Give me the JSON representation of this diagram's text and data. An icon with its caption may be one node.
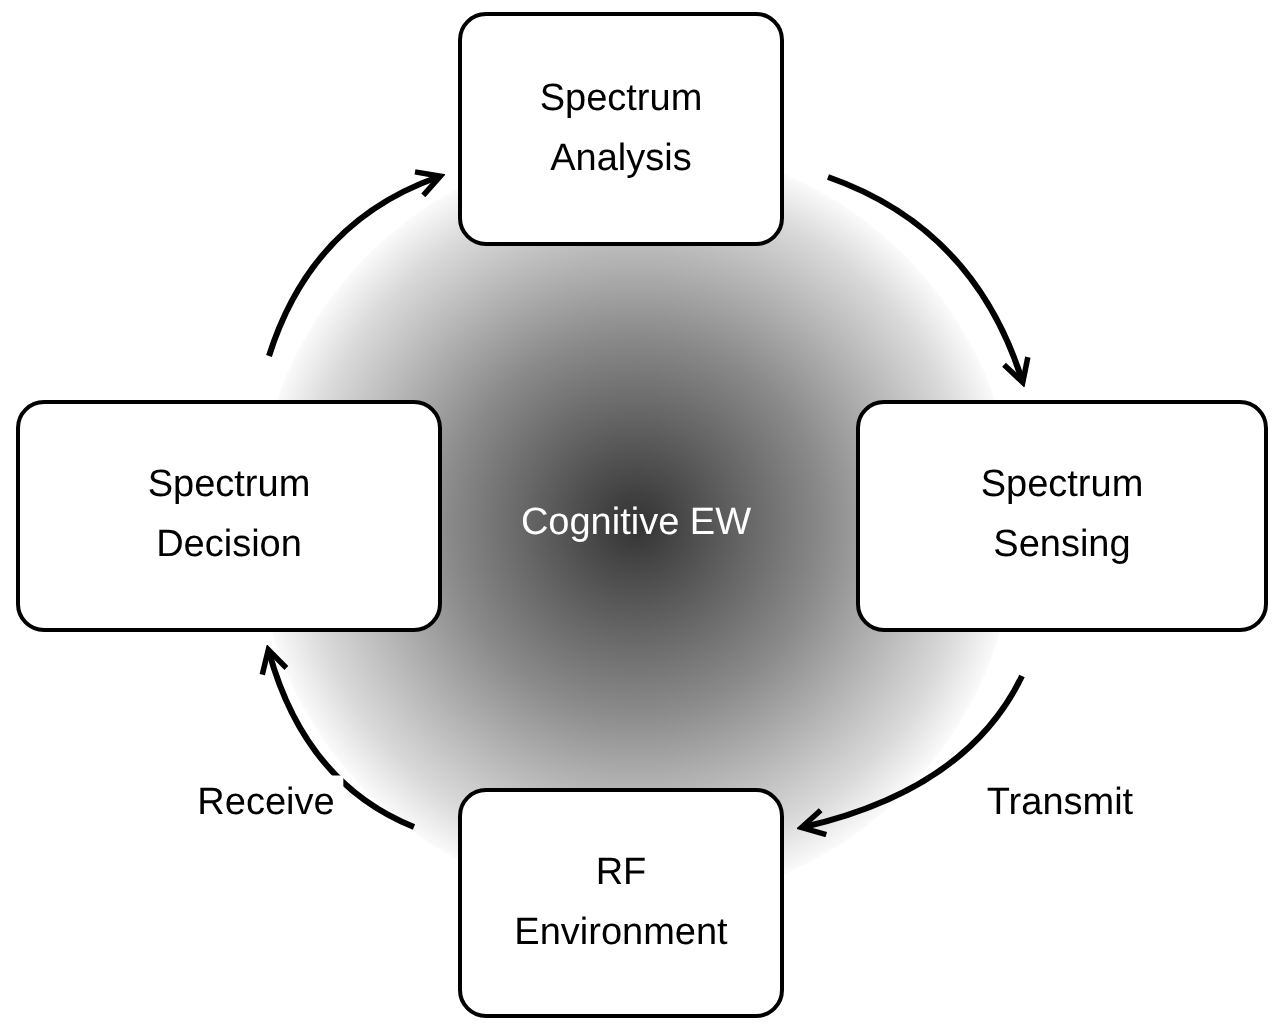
{
  "diagram": {
    "nodes": [
      {
        "text": [
          "Spectrum Analysis"
        ]
      },
      {
        "text": [
          "Spectrum Sensing"
        ]
      },
      {
        "text": [
          "RF Environment"
        ]
      },
      {
        "text": [
          "Spectrum Decision"
        ]
      }
    ],
    "edges": [
      {
        "from": 3,
        "to": 0,
        "arrow": "to"
      },
      {
        "from": 0,
        "to": 1,
        "arrow": "to"
      },
      {
        "from": 1,
        "to": 2,
        "arrow": "to",
        "label": "Transmit"
      },
      {
        "from": 2,
        "to": 3,
        "arrow": "to",
        "label": "Receive"
      }
    ],
    "labels": [
      "Cognitive EW"
    ]
  }
}
